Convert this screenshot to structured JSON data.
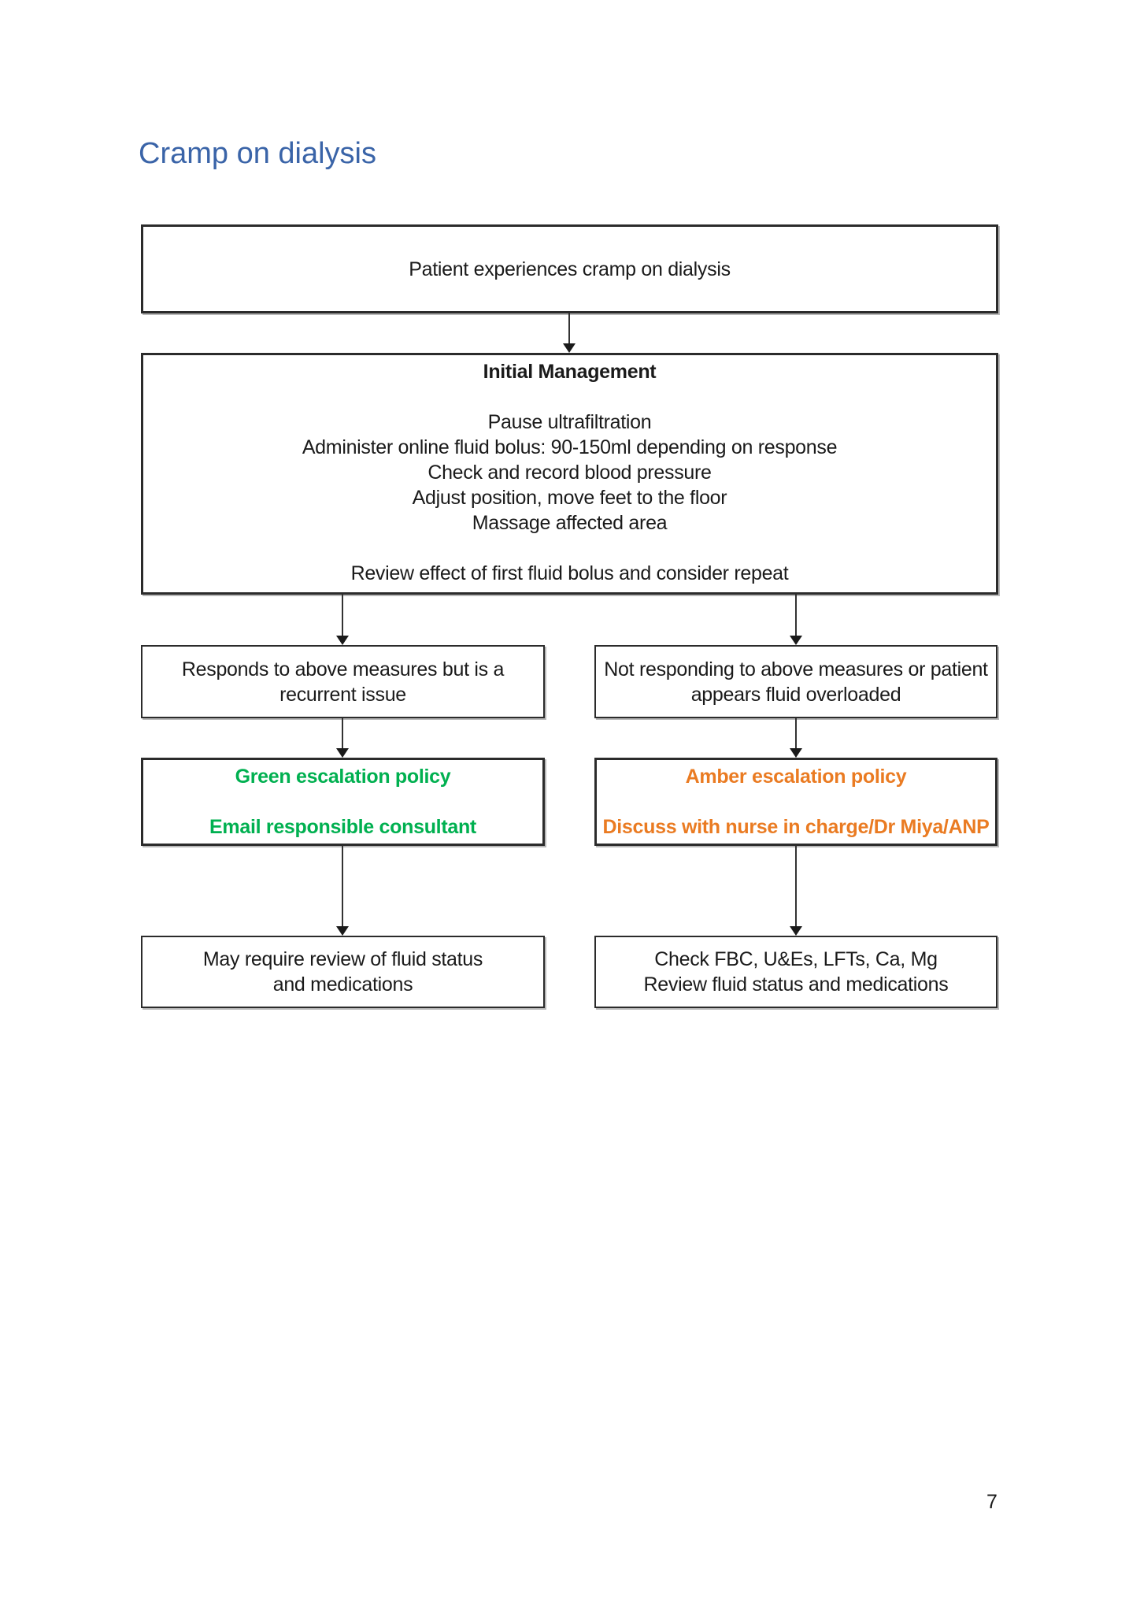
{
  "page": {
    "title": "Cramp on dialysis",
    "page_number": "7"
  },
  "colors": {
    "title_blue": "#3a64a8",
    "green": "#00b050",
    "amber": "#ea7b22",
    "border_color": "#2b2b2b"
  },
  "flowchart": {
    "patient_box": {
      "lines": [
        "Patient experiences cramp on dialysis"
      ]
    },
    "initial_management": {
      "heading": "Initial Management",
      "steps": [
        "Pause ultrafiltration",
        "Administer online fluid bolus: 90-150ml depending on response",
        "Check and record blood pressure",
        "Adjust position, move feet to the floor",
        "Massage affected area"
      ],
      "review": "Review effect of first fluid bolus and consider repeat"
    },
    "responds_box": {
      "lines": [
        "Responds to above measures but is a",
        "recurrent issue"
      ]
    },
    "not_responding_box": {
      "lines": [
        "Not responding to above measures or patient",
        "appears fluid overloaded"
      ]
    },
    "green_escalation": {
      "heading": "Green escalation policy",
      "action": "Email responsible consultant"
    },
    "amber_escalation": {
      "heading": "Amber escalation policy",
      "action": "Discuss with nurse in charge/Dr Miya/ANP"
    },
    "review_fluid_box": {
      "lines": [
        "May require review of fluid status",
        "and medications"
      ]
    },
    "check_bloods_box": {
      "lines": [
        "Check FBC, U&Es, LFTs, Ca, Mg",
        "Review fluid status and medications"
      ]
    }
  }
}
